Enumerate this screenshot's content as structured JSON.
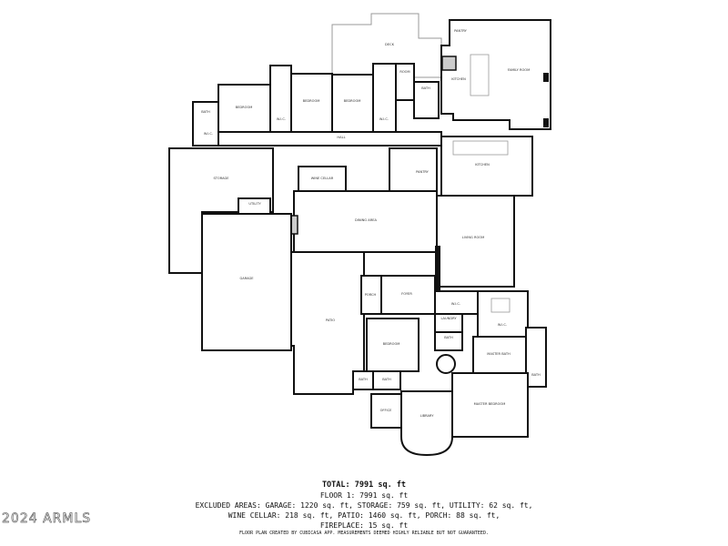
{
  "summary": {
    "total": "TOTAL: 7991 sq. ft",
    "floor1": "FLOOR 1: 7991 sq. ft",
    "excluded_line1": "EXCLUDED AREAS: GARAGE: 1220 sq. ft, STORAGE: 759 sq. ft, UTILITY: 62 sq. ft,",
    "excluded_line2": "WINE CELLAR: 218 sq. ft, PATIO: 1460 sq. ft, PORCH: 88 sq. ft,",
    "excluded_line3": "FIREPLACE: 15 sq. ft",
    "credit": "FLOOR PLAN CREATED BY CUBICASA APP. MEASUREMENTS DEEMED HIGHLY RELIABLE BUT NOT GUARANTEED."
  },
  "watermark": "2024 ARMLS",
  "rooms": [
    {
      "name": "BATH"
    },
    {
      "name": "BEDROOM"
    },
    {
      "name": "W.I.C."
    },
    {
      "name": "BEDROOM"
    },
    {
      "name": "BEDROOM"
    },
    {
      "name": "W.I.C."
    },
    {
      "name": "ROOM"
    },
    {
      "name": "BATH"
    },
    {
      "name": "DECK"
    },
    {
      "name": "PANTRY"
    },
    {
      "name": "KITCHEN"
    },
    {
      "name": "FAMILY ROOM"
    },
    {
      "name": "HALL"
    },
    {
      "name": "STORAGE"
    },
    {
      "name": "UTILITY"
    },
    {
      "name": "WINE CELLAR"
    },
    {
      "name": "PANTRY"
    },
    {
      "name": "DINING AREA"
    },
    {
      "name": "KITCHEN"
    },
    {
      "name": "GARAGE"
    },
    {
      "name": "LIVING ROOM"
    },
    {
      "name": "PATIO"
    },
    {
      "name": "PORCH"
    },
    {
      "name": "FOYER"
    },
    {
      "name": "BEDROOM"
    },
    {
      "name": "BATH"
    },
    {
      "name": "BATH"
    },
    {
      "name": "OFFICE"
    },
    {
      "name": "LIBRARY"
    },
    {
      "name": "W.I.C."
    },
    {
      "name": "LAUNDRY"
    },
    {
      "name": "BATH"
    },
    {
      "name": "W.I.C."
    },
    {
      "name": "MASTER BATH"
    },
    {
      "name": "BATH"
    },
    {
      "name": "MASTER BEDROOM"
    },
    {
      "name": "W.I.C."
    }
  ]
}
